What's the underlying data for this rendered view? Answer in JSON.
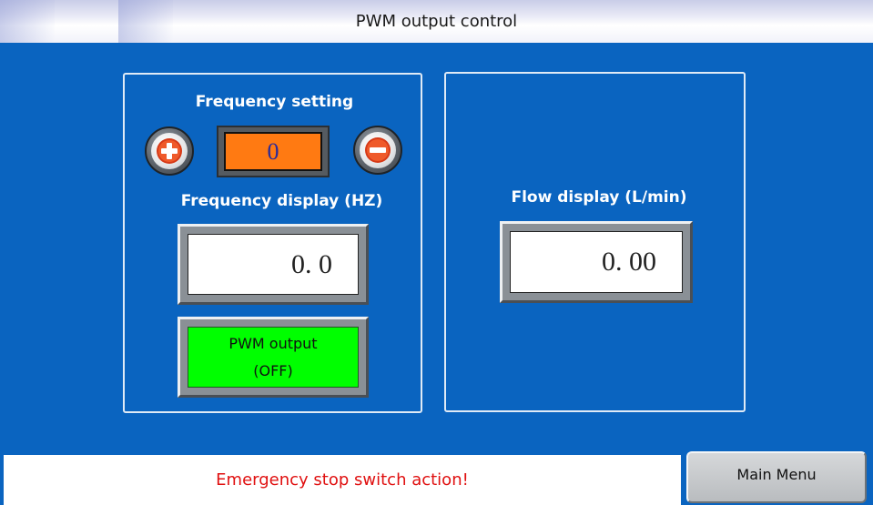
{
  "window": {
    "title": "PWM output control"
  },
  "frequency": {
    "setting_label": "Frequency setting",
    "setting_value": "0",
    "display_label": "Frequency display (HZ)",
    "display_value": "0. 0"
  },
  "pwm": {
    "line1": "PWM output",
    "line2": "(OFF)"
  },
  "flow": {
    "label": "Flow display (L/min)",
    "value": "0. 00"
  },
  "status": {
    "message": "Emergency stop switch action!"
  },
  "menu": {
    "main_menu_label": "Main Menu"
  },
  "colors": {
    "background": "#0a64c0",
    "setting_box": "#ff7a12",
    "pwm_off": "#00ff00",
    "alert_text": "#e01010",
    "plus_minus": "#e0441e"
  }
}
